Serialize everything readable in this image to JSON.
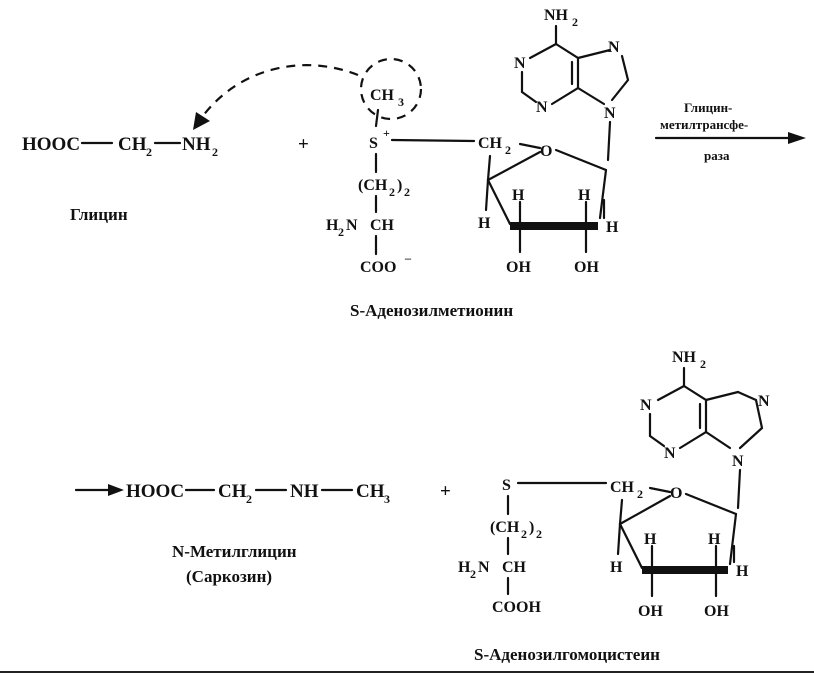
{
  "reactant_glycine": {
    "formula": {
      "hooc": "HOOC",
      "bond1": "—",
      "ch": "CH",
      "ch_sub": "2",
      "bond2": "—",
      "nh": "NH",
      "nh_sub": "2"
    },
    "name": "Глицин"
  },
  "plus_1": "+",
  "plus_2": "+",
  "sam": {
    "methyl": {
      "c": "CH",
      "sub": "3"
    },
    "sulfonium": {
      "s": "S",
      "charge": "+"
    },
    "chain": {
      "ch2": "(CH",
      "ch2_sub": "2",
      "ch2_close": ")",
      "ch2_n": "2",
      "h2n": "H",
      "h2n_sub": "2",
      "h2n_n": "N",
      "ch": "CH",
      "coo": "COO",
      "coo_charge": "–"
    },
    "ribose": {
      "ch2": "CH",
      "ch2_sub": "2",
      "o": "O",
      "h_left": "H",
      "h_mid1": "H",
      "h_mid2": "H",
      "h_right": "H",
      "oh1": "OH",
      "oh2": "OH"
    },
    "adenine": {
      "nh2": "NH",
      "nh2_sub": "2",
      "n1": "N",
      "n3": "N",
      "n7": "N",
      "n9": "N"
    },
    "name": "S-Аденозилметионин"
  },
  "enzyme": {
    "line1": "Глицин-",
    "line2": "метилтрансфе-",
    "line3": "раза"
  },
  "product_sarcosine": {
    "formula": {
      "hooc": "HOOC",
      "bond1": "—",
      "ch": "CH",
      "ch_sub": "2",
      "bond2": "—",
      "nh": "NH",
      "bond3": "—",
      "ch3": "CH",
      "ch3_sub": "3"
    },
    "name_line1": "N-Метилглицин",
    "name_line2": "(Саркозин)"
  },
  "sah": {
    "s": "S",
    "chain": {
      "ch2": "(CH",
      "ch2_sub": "2",
      "ch2_close": ")",
      "ch2_n": "2",
      "h2n": "H",
      "h2n_sub": "2",
      "h2n_n": "N",
      "ch": "CH",
      "cooh": "COOH"
    },
    "ribose": {
      "ch2": "CH",
      "ch2_sub": "2",
      "o": "O",
      "h_left": "H",
      "h_mid1": "H",
      "h_mid2": "H",
      "h_right": "H",
      "oh1": "OH",
      "oh2": "OH"
    },
    "adenine": {
      "nh2": "NH",
      "nh2_sub": "2",
      "n1": "N",
      "n3": "N",
      "n7": "N",
      "n9": "N"
    },
    "name": "S-Аденозилгомоцистеин"
  }
}
